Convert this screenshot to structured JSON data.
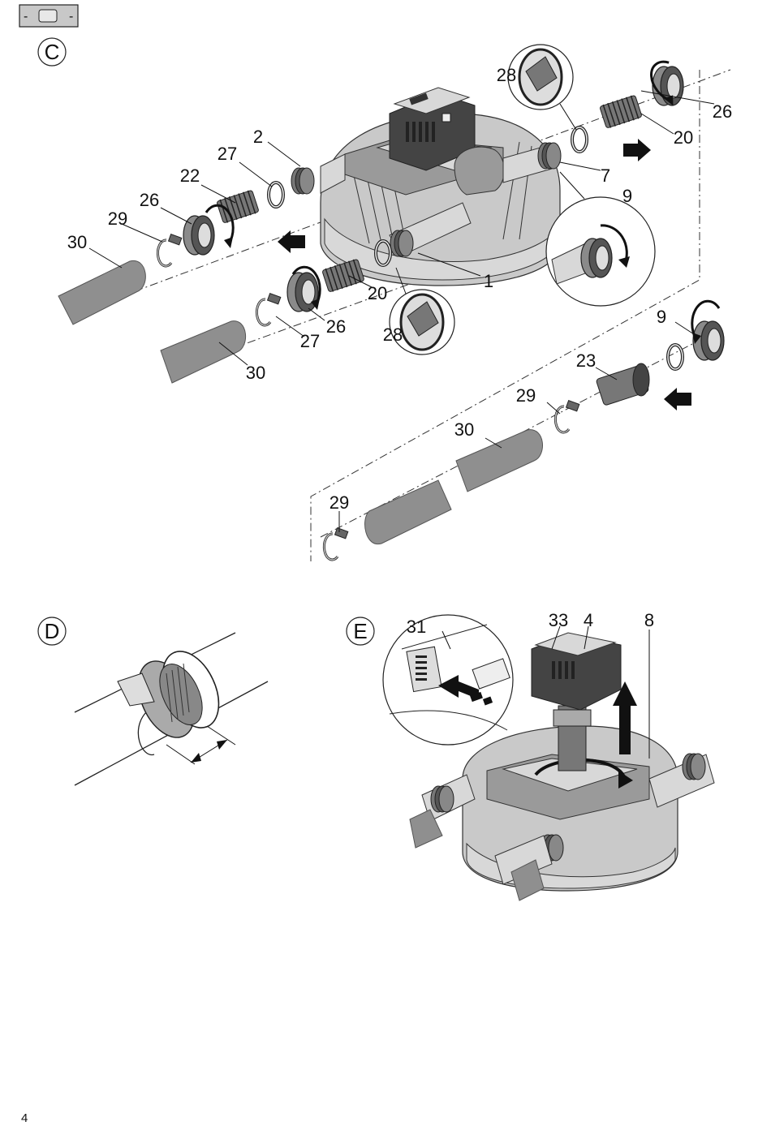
{
  "header_icon": {
    "name": "device-button-icon",
    "left_mark": "-",
    "right_mark": "-"
  },
  "sections": {
    "c": "C",
    "d": "D",
    "e": "E"
  },
  "labels_c": {
    "l2": "2",
    "l27a": "27",
    "l22": "22",
    "l26a": "26",
    "l29a": "29",
    "l30a": "30",
    "l28a": "28",
    "l26b": "26",
    "l20a": "20",
    "l7": "7",
    "l9a": "9",
    "l1": "1",
    "l20b": "20",
    "l26c": "26",
    "l27b": "27",
    "l28b": "28",
    "l30b": "30",
    "l9b": "9",
    "l23": "23",
    "l29b": "29",
    "l30c": "30",
    "l29c": "29"
  },
  "labels_e": {
    "l31": "31",
    "l33": "33",
    "l4": "4",
    "l8": "8"
  },
  "page_number": "4"
}
